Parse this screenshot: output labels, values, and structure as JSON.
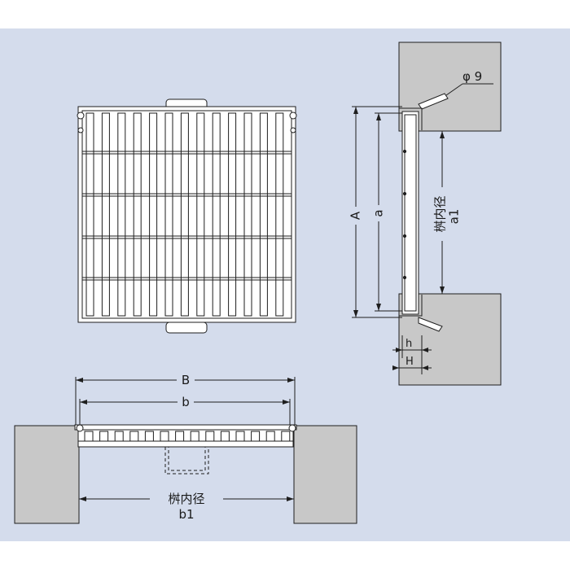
{
  "labels": {
    "A": "A",
    "a": "a",
    "B": "B",
    "b": "b",
    "h": "h",
    "H": "H",
    "phi9": "φ 9",
    "side_inner_top": "桝内径",
    "side_inner_bottom": "a1",
    "bottom_inner_top": "桝内径",
    "bottom_inner_bottom": "b1"
  },
  "colors": {
    "background": "#d4dcec",
    "line": "#1e1e1e",
    "grating_fill": "#ffffff",
    "wall_fill": "#c8c8c8"
  }
}
